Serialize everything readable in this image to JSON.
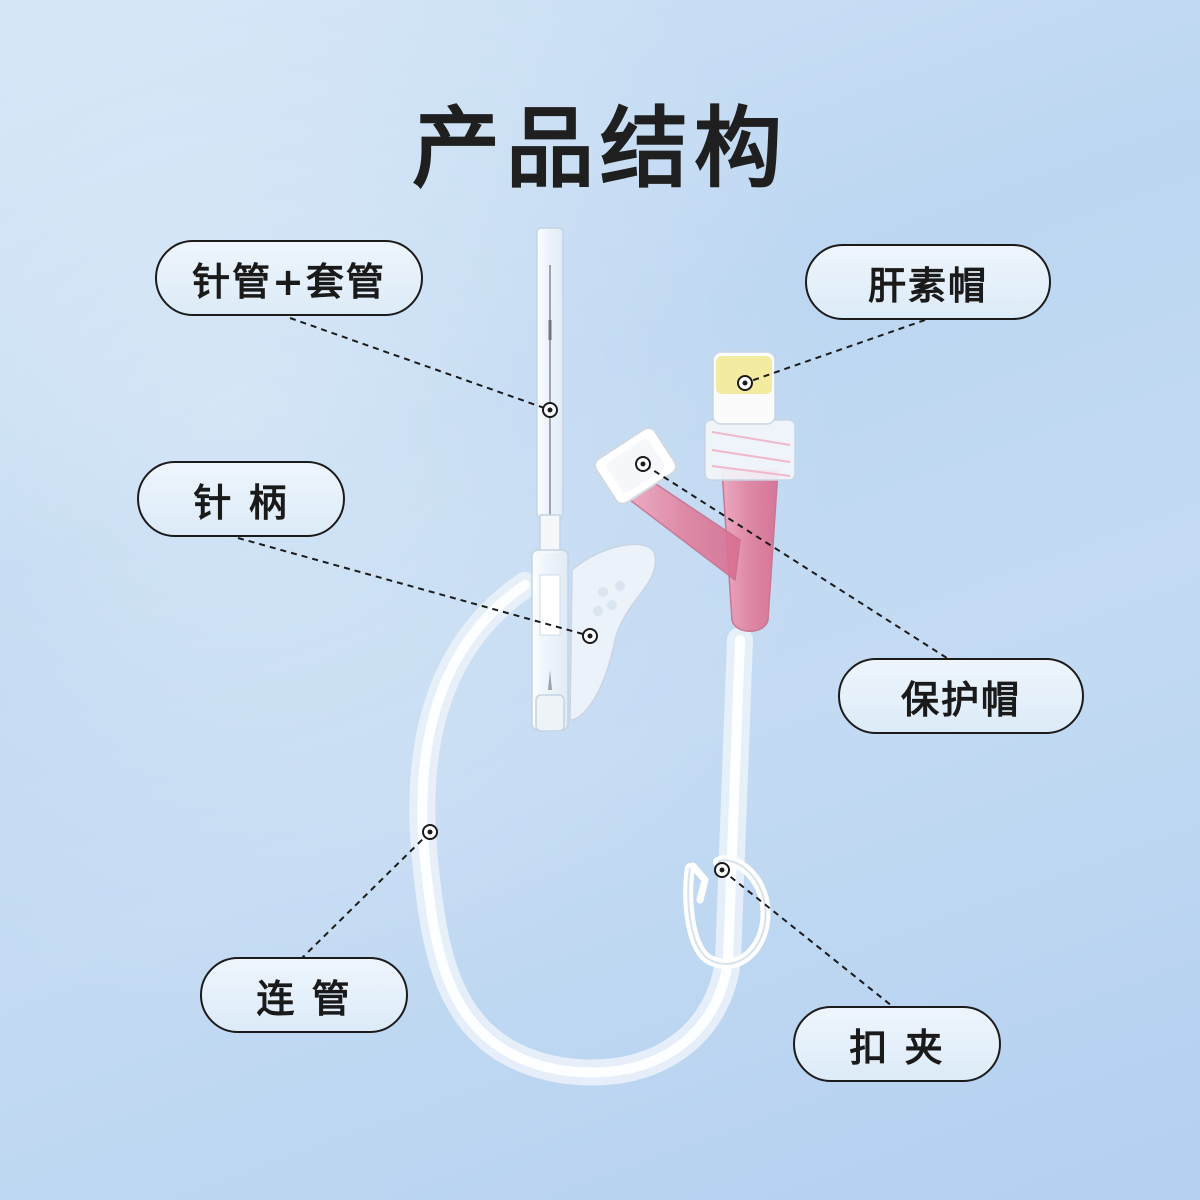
{
  "title": "产品结构",
  "labels": {
    "needle_tube": "针管+套管",
    "heparin_cap": "肝素帽",
    "needle_hub": "针 柄",
    "protective_cap": "保护帽",
    "connecting_tube": "连 管",
    "clamp": "扣 夹"
  },
  "colors": {
    "background": "#c4dbf3",
    "label_border": "#1b1b1b",
    "title_text": "#1f1f1f",
    "y_connector": "#e38aa6",
    "heparin_cap_tip": "#f3eba0"
  }
}
